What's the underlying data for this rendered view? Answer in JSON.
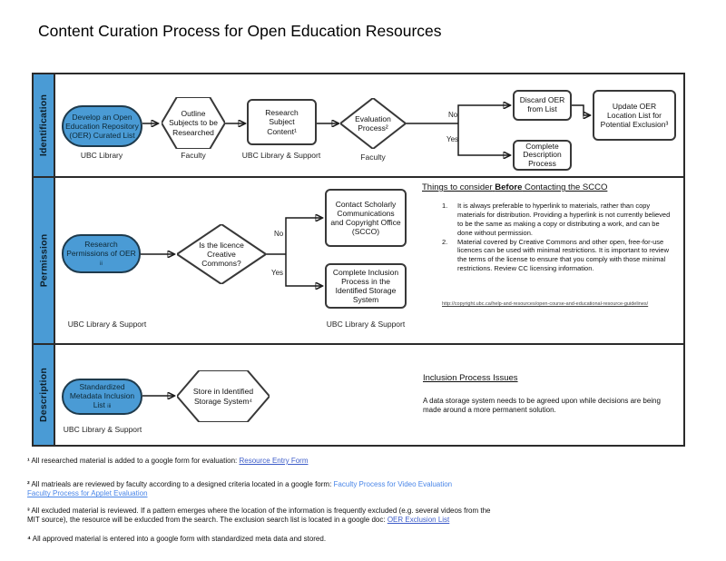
{
  "title": "Content Curation Process for Open Education Resources",
  "colors": {
    "node_blue": "#4A9BD5",
    "shape_stroke": "#383838",
    "link_blue": "#3D5CC9",
    "link_light_blue": "#4A86E8"
  },
  "lanes": {
    "identification": {
      "label": "Identification",
      "develop_oer": {
        "text": "Develop an Open Education Repository (OER) Curated List",
        "caption": "UBC Library"
      },
      "outline_subjects": {
        "text": "Outline Subjects to be Researched",
        "caption": "Faculty"
      },
      "research_content": {
        "text": "Research Subject Content¹",
        "caption": "UBC Library & Support"
      },
      "evaluation": {
        "text": "Evaluation Process²",
        "caption": "Faculty"
      },
      "discard": {
        "text": "Discard OER from List"
      },
      "update_location": {
        "text": "Update OER Location List for Potential Exclusion³"
      },
      "complete_description": {
        "text": "Complete Description Process"
      },
      "no_label": "No",
      "yes_label": "Yes"
    },
    "permission": {
      "label": "Permission",
      "research_permissions": {
        "text": "Research Permissions of OER",
        "suffix": "ii",
        "caption": "UBC Library & Support"
      },
      "licence_question": {
        "text": "Is the licence Creative Commons?"
      },
      "contact_scco": {
        "text": "Contact Scholarly Communications and Copyright Office (SCCO)"
      },
      "complete_inclusion": {
        "text": "Complete Inclusion Process in the Identified Storage System",
        "caption": "UBC Library & Support"
      },
      "no_label": "No",
      "yes_label": "Yes",
      "notes": {
        "heading_pre": "Things to consider",
        "heading_bold": "Before",
        "heading_post": "Contacting the SCCO",
        "items": [
          {
            "num": "1.",
            "text": "It is always preferable to hyperlink to materials, rather than copy materials for distribution. Providing a hyperlink is not currently believed to be the same as making a copy or distributing a work, and can be done without permission."
          },
          {
            "num": "2.",
            "text": "Material covered by Creative Commons and other open, free-for-use licences can be used with minimal restrictions. It is important to review the terms of the license to ensure that you comply with those minimal restrictions. Review CC licensing information."
          }
        ],
        "link": "http://copyright.ubc.ca/help-and-resources/open-course-and-educational-resource-guidelines/"
      }
    },
    "description": {
      "label": "Description",
      "standardized_metadata": {
        "text": "Standardized Metadata Inclusion List",
        "suffix": "iii",
        "caption": "UBC Library & Support"
      },
      "store_system": {
        "text": "Store in Identified Storage System⁴"
      },
      "notes": {
        "heading": "Inclusion Process Issues",
        "body": "A data storage system needs to be agreed upon while decisions are being made around a more permanent  solution."
      }
    }
  },
  "footnotes": {
    "f1": {
      "marker": "¹",
      "text": "All researched material is added to a google form for evaluation:",
      "link": "Resource Entry Form"
    },
    "f2": {
      "marker": "²",
      "text": "All matrieals are reviewed by faculty according to a designed criteria located in a google form:",
      "link1": "Faculty Process for Video Evaluation",
      "link2": "Faculty Process for Applet Evaluation"
    },
    "f3": {
      "marker": "³",
      "line1": "All excluded material is reviewed.  If a pattern emerges where the location of the information is frequently excluded (e.g. several videos from the",
      "line2": "MIT source), the resource will be exlucded from the search.  The exclusion search list is located in a google doc:",
      "link": "OER Exclusion List"
    },
    "f4": {
      "marker": "⁴",
      "text": "All approved material is entered into a google form with standardized meta data and stored."
    }
  }
}
